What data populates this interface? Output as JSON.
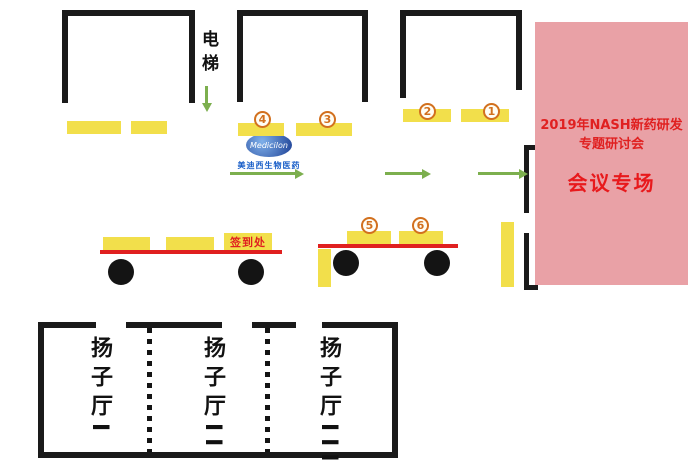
{
  "floor_plan": {
    "elevator_label": "电梯",
    "logo": {
      "brand": "Medicilon",
      "subtitle": "美迪西生物医药"
    },
    "signin_label": "签到处",
    "booth_numbers": [
      "1",
      "2",
      "3",
      "4",
      "5",
      "6"
    ],
    "conference_room": {
      "title_line1": "2019年NASH新药研发",
      "title_line2": "专题研讨会",
      "session_label": "会议专场"
    },
    "halls": [
      {
        "label": "扬子厅I"
      },
      {
        "label": "扬子厅II"
      },
      {
        "label": "扬子厅III"
      }
    ],
    "colors": {
      "wall": "#1A1A1A",
      "desk_yellow": "#F2DF4B",
      "room_pink": "#E9A1A6",
      "accent_red": "#E02020",
      "arrow_green": "#7CAF4E",
      "marker_orange": "#D2701E",
      "logo_blue": "#1C3F94"
    }
  }
}
